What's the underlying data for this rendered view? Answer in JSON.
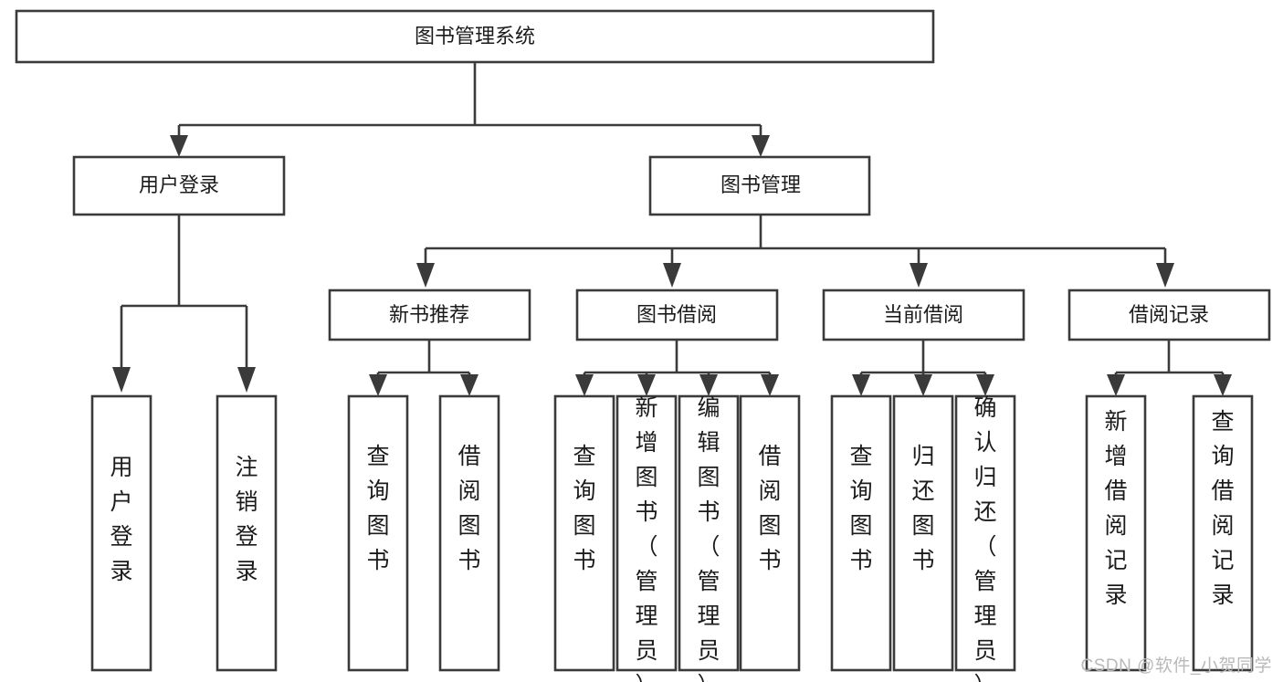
{
  "diagram": {
    "title": "图书管理系统",
    "type": "tree-hierarchy",
    "watermark": "CSDN @软件_小贺同学",
    "colors": {
      "stroke": "#3a3a3a",
      "fill": "#ffffff",
      "text": "#1b1b1b",
      "watermark": "#b9b9b9"
    },
    "root": {
      "label": "图书管理系统"
    },
    "level2": [
      {
        "label": "用户登录"
      },
      {
        "label": "图书管理"
      }
    ],
    "level3": [
      {
        "label": "新书推荐"
      },
      {
        "label": "图书借阅"
      },
      {
        "label": "当前借阅"
      },
      {
        "label": "借阅记录"
      }
    ],
    "leaves": {
      "user_login": [
        {
          "label": "用户登录"
        },
        {
          "label": "注销登录"
        }
      ],
      "new_book_recommend": [
        {
          "label": "查询图书"
        },
        {
          "label": "借阅图书"
        }
      ],
      "book_borrow": [
        {
          "label": "查询图书"
        },
        {
          "label": "新增图书（管理员）"
        },
        {
          "label": "编辑图书（管理员）"
        },
        {
          "label": "借阅图书"
        }
      ],
      "current_borrow": [
        {
          "label": "查询图书"
        },
        {
          "label": "归还图书"
        },
        {
          "label": "确认归还（管理员）"
        }
      ],
      "borrow_record": [
        {
          "label": "新增借阅记录"
        },
        {
          "label": "查询借阅记录"
        }
      ]
    }
  }
}
